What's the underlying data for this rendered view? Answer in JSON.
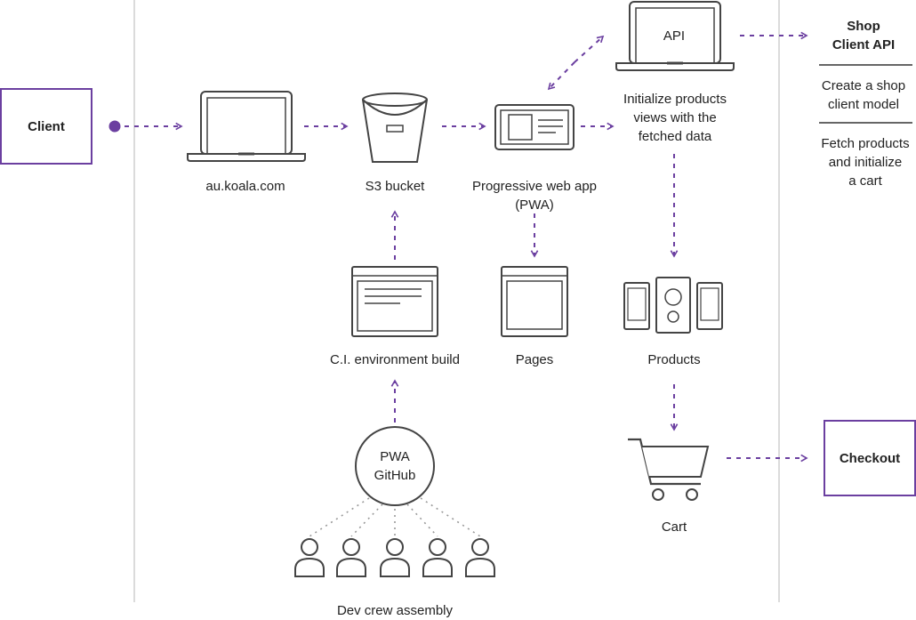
{
  "colors": {
    "accent": "#6b3fa0",
    "line": "#555555",
    "divider": "#cfcfcf",
    "text": "#222222",
    "dots": "#999999"
  },
  "nodes": {
    "client": "Client",
    "domain": "au.koala.com",
    "s3": "S3 bucket",
    "pwa": "Progressive web app\n(PWA)",
    "api": "API",
    "init_views": "Initialize products\nviews with the\nfetched data",
    "ci_build": "C.I. environment build",
    "pages": "Pages",
    "products": "Products",
    "github": "PWA\nGitHub",
    "cart": "Cart",
    "checkout": "Checkout",
    "dev_crew": "Dev crew assembly"
  },
  "shop_api": {
    "title": "Shop\nClient API",
    "steps": [
      "Create a shop\nclient model",
      "Fetch products\nand initialize\na cart"
    ]
  },
  "icons": {
    "domain": "laptop-icon",
    "s3": "bucket-icon",
    "pwa": "web-app-card-icon",
    "api": "laptop-icon",
    "ci_build": "browser-window-icon",
    "pages": "page-window-icon",
    "products": "devices-icon",
    "cart": "shopping-cart-icon",
    "dev_crew": "person-icon"
  }
}
